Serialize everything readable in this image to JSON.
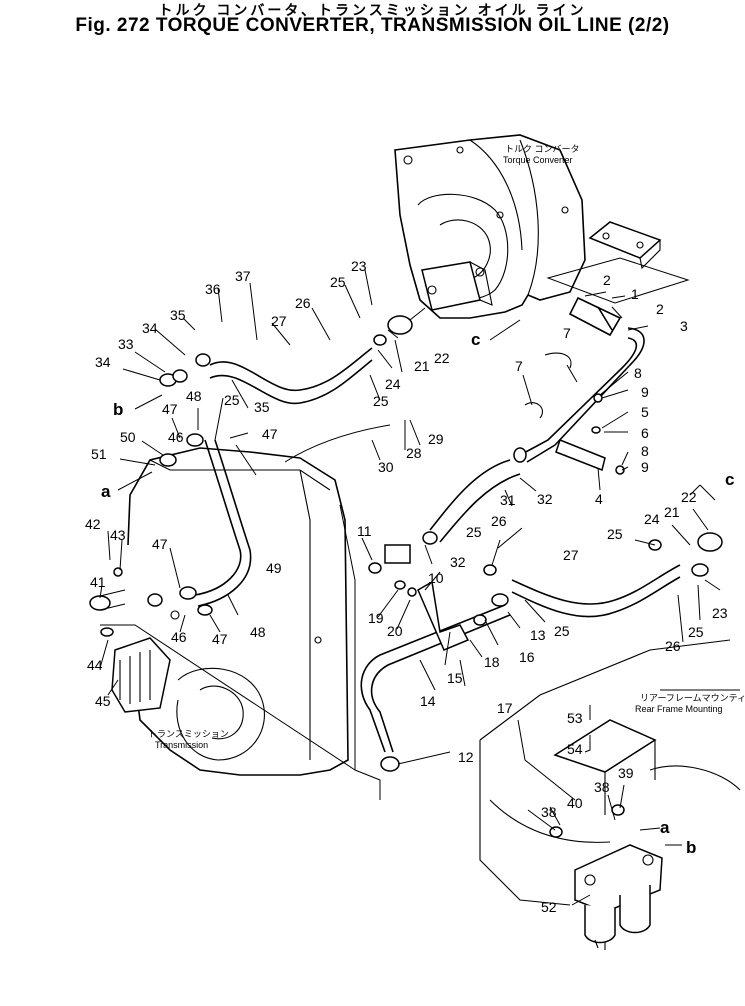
{
  "title": {
    "japanese": "トルク コンバータ、トランスミッション オイル ライン",
    "english": "Fig. 272 TORQUE CONVERTER, TRANSMISSION OIL LINE (2/2)"
  },
  "components": {
    "torque_converter_jp": "トルク コンバータ",
    "torque_converter_en": "Torque Converter",
    "transmission_jp": "トランスミッション",
    "transmission_en": "Transmission",
    "rear_frame_jp": "リアーフレームマウンティング",
    "rear_frame_en": "Rear Frame Mounting"
  },
  "connection_letters": [
    "a",
    "b",
    "c"
  ],
  "part_numbers": [
    "1",
    "2",
    "3",
    "4",
    "5",
    "6",
    "7",
    "8",
    "9",
    "10",
    "11",
    "12",
    "13",
    "14",
    "15",
    "16",
    "17",
    "18",
    "19",
    "20",
    "21",
    "22",
    "23",
    "24",
    "25",
    "26",
    "27",
    "28",
    "29",
    "30",
    "31",
    "32",
    "33",
    "34",
    "35",
    "36",
    "37",
    "38",
    "39",
    "40",
    "41",
    "42",
    "43",
    "44",
    "45",
    "46",
    "47",
    "48",
    "49",
    "50",
    "51",
    "52",
    "53",
    "54"
  ]
}
